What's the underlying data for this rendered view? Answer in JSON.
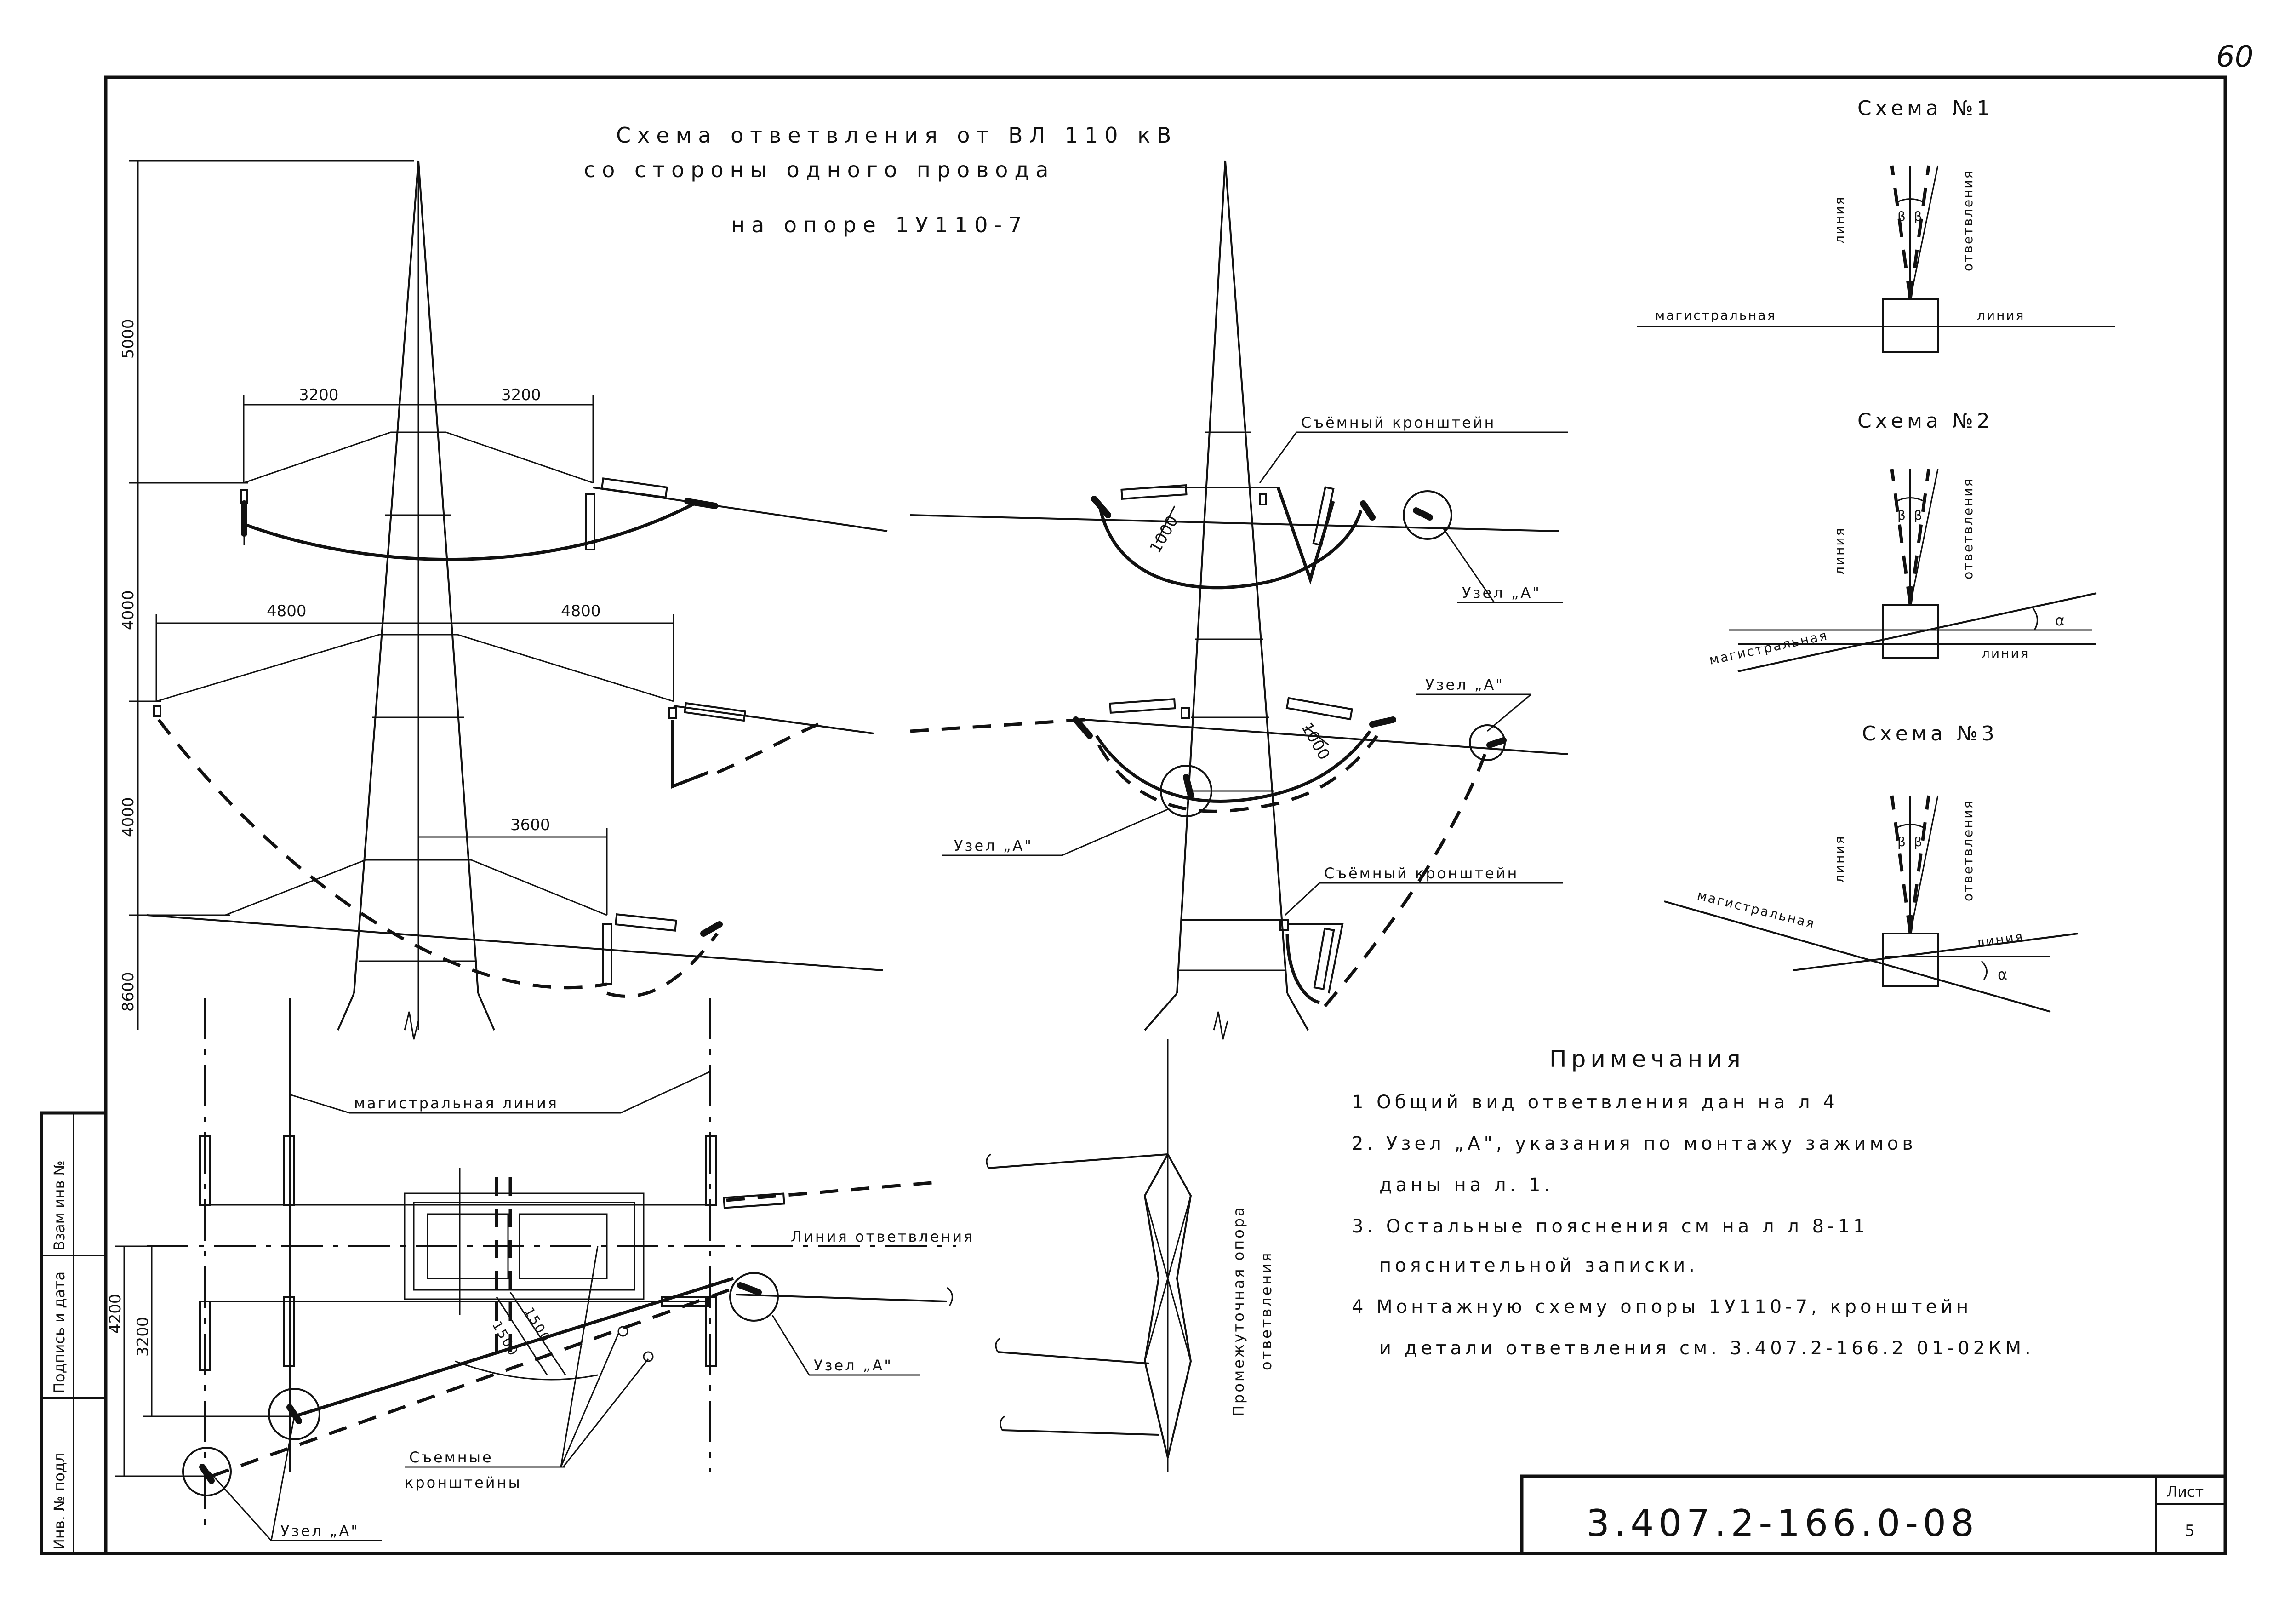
{
  "page_number": "60",
  "title": {
    "line1": "Схема ответвления от ВЛ 110 кВ",
    "line2": "со стороны одного провода",
    "line3": "на опоре 1У110-7"
  },
  "dimensions": {
    "d5000": "5000",
    "d4000a": "4000",
    "d4000b": "4000",
    "d8600": "8600",
    "d3200a": "3200",
    "d3200b": "3200",
    "d4800a": "4800",
    "d4800b": "4800",
    "d3600": "3600",
    "d1000a": "1000",
    "d1000b": "1000",
    "d1500a": "1500",
    "d1500b": "1500",
    "d4200": "4200",
    "d3200c": "3200"
  },
  "labels": {
    "removable_bracket": "Съёмный кронштейн",
    "node_a": "Узел „А\"",
    "main_line": "магистральная линия",
    "branch_line": "Линия ответвления",
    "removable_brackets": "Съемные кронштейны",
    "intermediate_support": "Промежуточная опора ответвления"
  },
  "schemes": [
    {
      "title": "Схема №1",
      "main_left": "магистральная",
      "main_right": "линия",
      "branch_left": "линия",
      "branch_right": "ответвления",
      "beta": "β"
    },
    {
      "title": "Схема №2",
      "main_left": "магистральная",
      "main_right": "линия",
      "branch_left": "линия",
      "branch_right": "ответвления",
      "beta": "β",
      "alpha": "α"
    },
    {
      "title": "Схема №3",
      "main_left": "магистральная",
      "main_right": "линия",
      "branch_left": "линия",
      "branch_right": "ответвления",
      "beta": "β",
      "alpha": "α"
    }
  ],
  "notes": {
    "heading": "Примечания",
    "items": [
      "1 Общий вид ответвления дан на л 4",
      "2. Узел „А\", указания по монтажу зажимов",
      "даны на л. 1.",
      "3. Остальные пояснения см на л л 8-11",
      "пояснительной записки.",
      "4 Монтажную схему опоры 1У110-7, кронштейн",
      "и детали ответвления см. 3.407.2-166.2 01-02КМ."
    ]
  },
  "stamp": {
    "col1": "Инв. № подл",
    "col2": "Подпись и дата",
    "col3": "Взам инв №"
  },
  "title_block": {
    "code": "3.407.2-166.0-08",
    "sheet_label": "Лист",
    "sheet_number": "5"
  }
}
